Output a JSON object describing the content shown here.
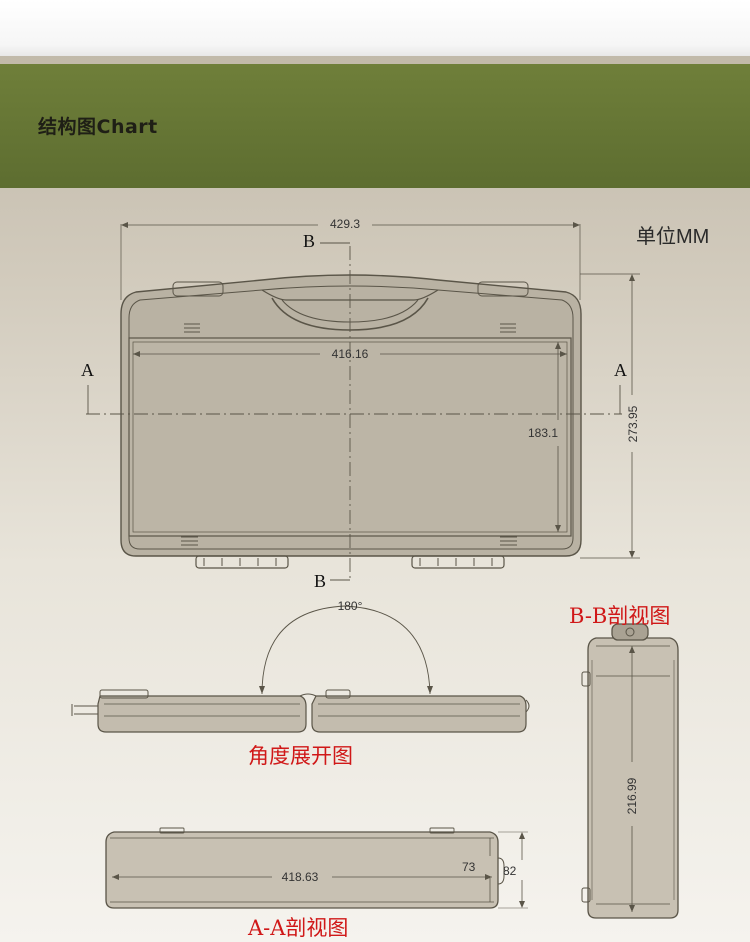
{
  "header": {
    "title": "结构图Chart"
  },
  "units": "单位MM",
  "top_view": {
    "width_dim": "429.3",
    "inner_width_dim": "416.16",
    "inner_height_dim": "183.1",
    "height_dim": "273.95",
    "section_a": "A",
    "section_b": "B"
  },
  "open_view": {
    "angle": "180°",
    "caption": "角度展开图"
  },
  "side_view": {
    "caption": "B-B剖视图",
    "height_dim": "216.99"
  },
  "front_view": {
    "caption": "A-A剖视图",
    "width_dim": "418.63",
    "inner_depth_dim": "73",
    "depth_dim": "82"
  },
  "colors": {
    "header": "#617132",
    "caption": "#d01818",
    "outline": "#5a5548"
  }
}
